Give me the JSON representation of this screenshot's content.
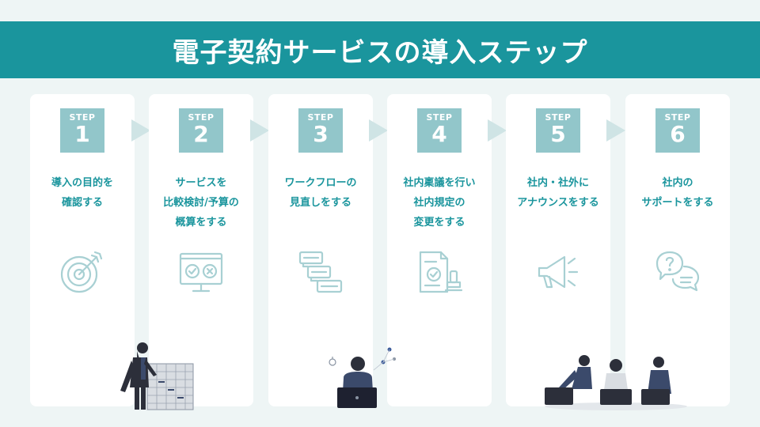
{
  "header": {
    "title": "電子契約サービスの導入ステップ"
  },
  "steps": [
    {
      "label": "STEP",
      "number": "1",
      "lines": [
        "導入の目的を",
        "確認する"
      ],
      "icon": "target-icon"
    },
    {
      "label": "STEP",
      "number": "2",
      "lines": [
        "サービスを",
        "比較検討/予算の",
        "概算をする"
      ],
      "icon": "monitor-compare-icon"
    },
    {
      "label": "STEP",
      "number": "3",
      "lines": [
        "ワークフローの",
        "見直しをする"
      ],
      "icon": "workflow-icon"
    },
    {
      "label": "STEP",
      "number": "4",
      "lines": [
        "社内稟議を行い",
        "社内規定の",
        "変更をする"
      ],
      "icon": "document-stamp-icon"
    },
    {
      "label": "STEP",
      "number": "5",
      "lines": [
        "社内・社外に",
        "アナウンスをする"
      ],
      "icon": "megaphone-icon"
    },
    {
      "label": "STEP",
      "number": "6",
      "lines": [
        "社内の",
        "サポートをする"
      ],
      "icon": "question-chat-icon"
    }
  ],
  "colors": {
    "accent": "#1a959d",
    "step_box": "#92c6ca",
    "icon": "#a8d0d3",
    "arrow": "#cfe4e5",
    "background": "#eef5f5"
  }
}
